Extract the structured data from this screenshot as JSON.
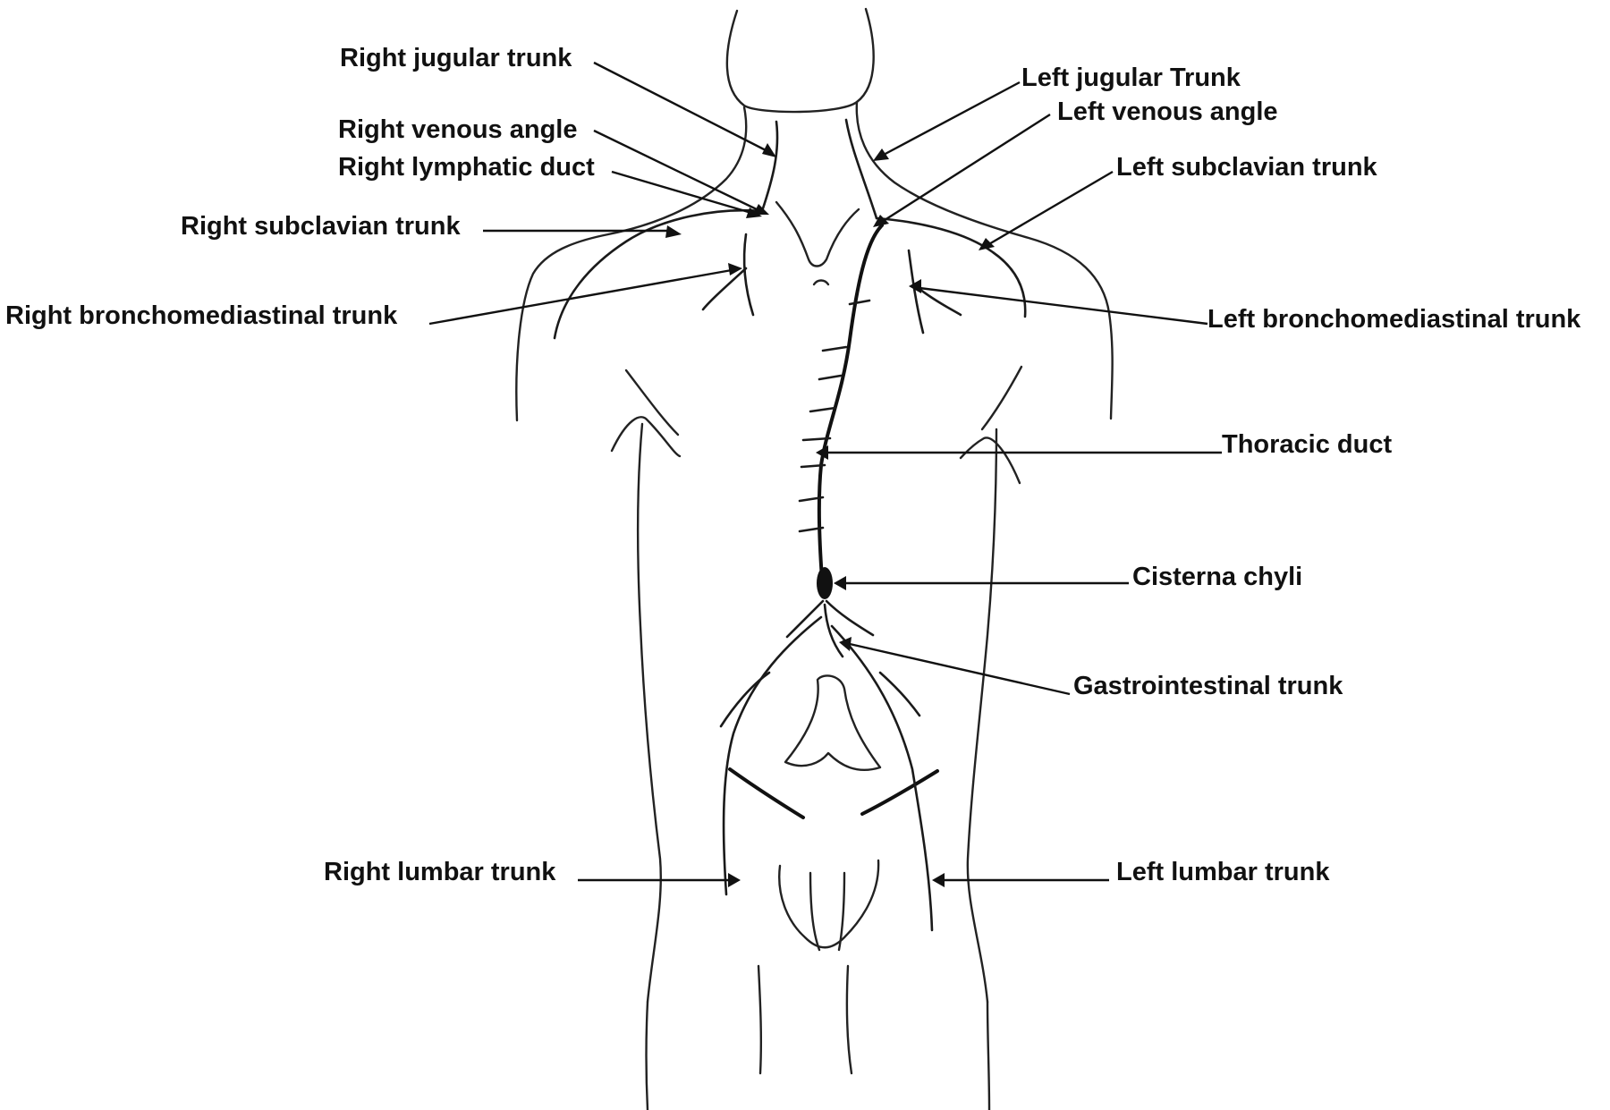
{
  "labels": {
    "right_jugular_trunk": "Right jugular trunk",
    "right_venous_angle": "Right venous angle",
    "right_lymphatic_duct": "Right lymphatic duct",
    "right_subclavian_trunk": "Right subclavian trunk",
    "right_bronchomediastinal_trunk": "Right bronchomediastinal trunk",
    "left_jugular_trunk": "Left jugular Trunk",
    "left_venous_angle": "Left venous angle",
    "left_subclavian_trunk": "Left subclavian trunk",
    "left_bronchomediastinal_trunk": "Left bronchomediastinal trunk",
    "thoracic_duct": "Thoracic duct",
    "cisterna_chyli": "Cisterna chyli",
    "gastrointestinal_trunk": "Gastrointestinal trunk",
    "right_lumbar_trunk": "Right lumbar trunk",
    "left_lumbar_trunk": "Left lumbar trunk"
  },
  "colors": {
    "ink": "#111111",
    "background": "#ffffff"
  }
}
